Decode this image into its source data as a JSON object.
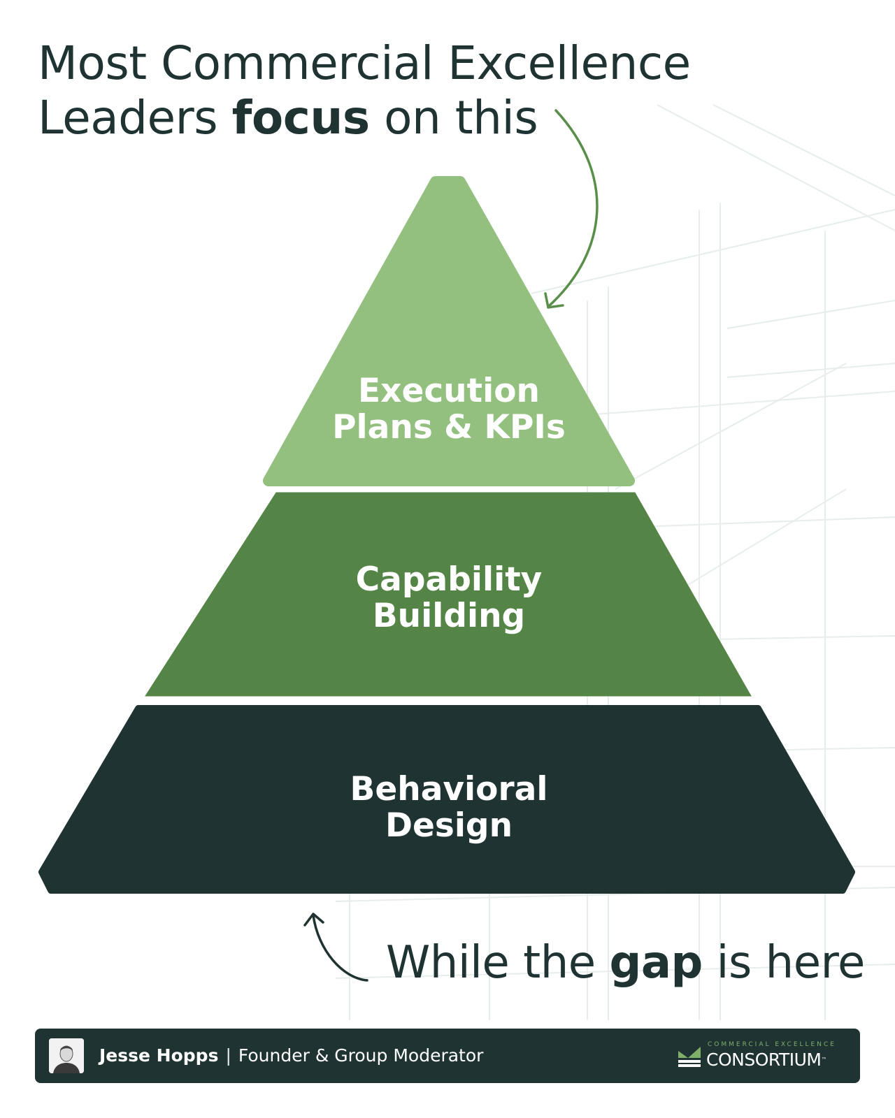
{
  "headline": {
    "line1": "Most Commercial Excellence",
    "line2_normal": "Leaders ",
    "line2_bold": "focus",
    "line2_end": " on this"
  },
  "pyramid": {
    "tiers": [
      {
        "line1": "Execution",
        "line2": "Plans & KPIs",
        "color": "#93bf7f"
      },
      {
        "line1": "Capability",
        "line2": "Building",
        "color": "#548546"
      },
      {
        "line1": "Behavioral",
        "line2": "Design",
        "color": "#1f3332"
      }
    ]
  },
  "tagline": {
    "normal1": "While the ",
    "bold": "gap",
    "normal2": " is here"
  },
  "footer": {
    "author_name": "Jesse Hopps",
    "separator": "|",
    "author_role": "Founder & Group Moderator",
    "brand_small": "COMMERCIAL EXCELLENCE",
    "brand_name": "CONSORTIUM",
    "brand_tm": "™"
  },
  "colors": {
    "text_dark": "#1f3332",
    "arrow_green": "#5a8f4a",
    "accent_green": "#7fb06a"
  }
}
